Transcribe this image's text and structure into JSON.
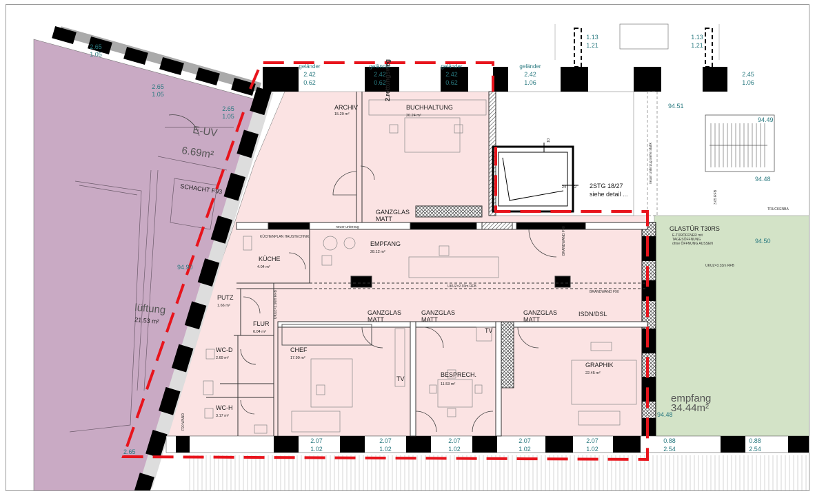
{
  "labels": {
    "e_uv": "E-UV",
    "e_uv_area": "6.69m²",
    "schacht": "SCHACHT F93",
    "lueftung": "lüftung",
    "lueftung_area": "21.53 m²",
    "archiv": "ARCHIV",
    "archiv_area": "15.29 m²",
    "buchhaltung": "BUCHHALTUNG",
    "buchhaltung_area": "20.24 m²",
    "rettungsweg": "2.rettungsweg",
    "ganzglas_matt": [
      "GANZGLAS",
      "MATT"
    ],
    "kuechenplan": "KÜCHENPLAN HAUSTECHNIK",
    "empfang": "EMPFANG",
    "empfang_area": "28.12 m²",
    "kueche": "KÜCHE",
    "kueche_area": "4.04 m²",
    "putz": "PUTZ",
    "putz_area": "1.66 m²",
    "flur": "FLUR",
    "flur_area": "6.04 m²",
    "wc_d": "WC-D",
    "wc_d_area": "2.69 m²",
    "wc_h": "WC-H",
    "wc_h_area": "3.17 m²",
    "chef": "CHEF",
    "chef_area": "17.99 m²",
    "besprech": "BESPRECH.",
    "besprech_area": "11.53 m²",
    "isdn": "ISDN/DSL",
    "graphik": "GRAPHIK",
    "graphik_area": "22.45 m²",
    "tv": "TV",
    "stg": "2STG 18/27",
    "siehe_detail": "siehe detail ...",
    "glastuer": "GLASTÜR T30RS",
    "glastuer_sub": [
      "E-TÜRÖFFNER mit",
      "TAGESÖFFNUNG",
      "ohne ÖFFNUNG AUSSEN"
    ],
    "empfang_right": "empfang",
    "empfang_right_area": "34.44m²",
    "brandwand": "BRANDWAND F90",
    "ukuz_mid": "UKUZ=2.93m RFB",
    "ukuz_right": "UKUZ=3.33m RFB",
    "ukuz_flur": "UKUZ=2.96m RFB",
    "neuer_unterzug": "neuer unterzug",
    "truckenba": "TRUCKENBA",
    "f90_wand": "F90 WAND",
    "stair_note": "neuer unterzug siehe statik",
    "dim_10": "10",
    "dim_24": "24",
    "dim_2": "2",
    "dim_18": "18",
    "dim_3": "3",
    "dim_3_65": "3.65 RFB"
  },
  "top_windows": [
    {
      "rail": "geländer",
      "top": "2.42",
      "bottom": "0.62"
    },
    {
      "rail": "geländer",
      "top": "2.42",
      "bottom": "0.62"
    },
    {
      "rail": "geländer",
      "top": "2.42",
      "bottom": "0.62"
    },
    {
      "rail": "geländer",
      "top": "2.42",
      "bottom": "1.06"
    },
    {
      "rail": "",
      "top": "2.45",
      "bottom": "1.06"
    }
  ],
  "top_right": [
    {
      "top": "1.13",
      "bottom": "1.21"
    },
    {
      "top": "1.13",
      "bottom": "1.21"
    }
  ],
  "left_windows": [
    {
      "top": "2.65",
      "bottom": "1.05"
    },
    {
      "top": "2.65",
      "bottom": "1.05"
    },
    {
      "top": "2.65",
      "bottom": "1.05"
    }
  ],
  "bottom_windows": [
    {
      "top": "2.07",
      "bottom": "1.02"
    },
    {
      "top": "2.07",
      "bottom": "1.02"
    },
    {
      "top": "2.07",
      "bottom": "1.02"
    },
    {
      "top": "2.07",
      "bottom": "1.02"
    },
    {
      "top": "2.07",
      "bottom": "1.02"
    },
    {
      "top": "0.88",
      "bottom": "2.54"
    },
    {
      "top": "0.88",
      "bottom": "2.54"
    }
  ],
  "levels": {
    "l1": "94.51",
    "l2": "94.49",
    "l3": "94.48",
    "l4": "94.50",
    "l5": "94.90",
    "l6": "94.48",
    "l7": "2.65"
  },
  "colors": {
    "office_fill": "#fbe3e3",
    "purple_fill": "#c9aac4",
    "green_fill": "#d3e3c7",
    "escape_route": "#e8141c",
    "wall": "#000000",
    "dim_text": "#2a7a80"
  }
}
